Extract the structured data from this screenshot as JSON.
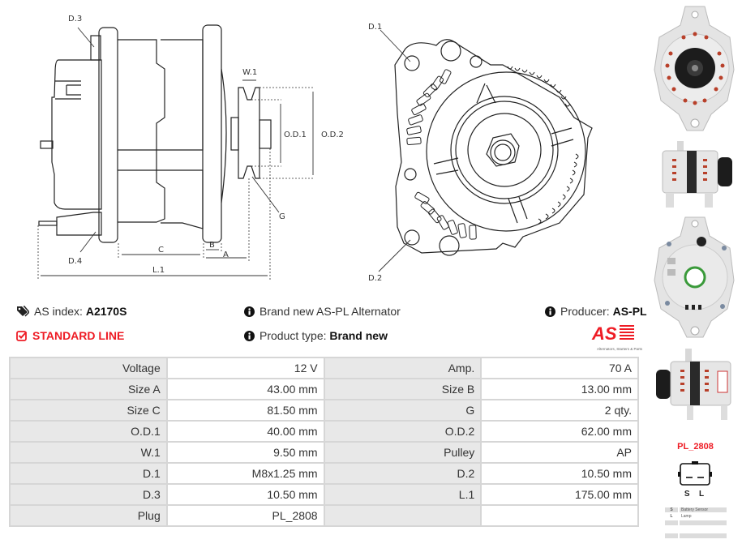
{
  "drawing": {
    "side_view_labels": {
      "d3": "D.3",
      "d4": "D.4",
      "w1": "W.1",
      "od1": "O.D.1",
      "od2": "O.D.2",
      "g": "G",
      "a": "A",
      "b": "B",
      "c": "C",
      "l1": "L.1"
    },
    "front_view_labels": {
      "d1": "D.1",
      "d2": "D.2"
    }
  },
  "info": {
    "as_index_label": "AS index:",
    "as_index_value": "A2170S",
    "line_label": "STANDARD LINE",
    "brand_text": "Brand new AS-PL Alternator",
    "product_type_label": "Product type:",
    "product_type_value": "Brand new",
    "producer_label": "Producer:",
    "producer_value": "AS-PL",
    "logo_text": "AS",
    "logo_tagline": "Alternators, Starters & Parts",
    "icons": {
      "as_index": "tags-icon",
      "line": "check-square-icon",
      "info": "info-circle-icon"
    },
    "accent_color": "#ee1c25"
  },
  "specs": {
    "rows": [
      {
        "label1": "Voltage",
        "value1": "12 V",
        "label2": "Amp.",
        "value2": "70 A"
      },
      {
        "label1": "Size A",
        "value1": "43.00 mm",
        "label2": "Size B",
        "value2": "13.00 mm"
      },
      {
        "label1": "Size C",
        "value1": "81.50 mm",
        "label2": "G",
        "value2": "2 qty."
      },
      {
        "label1": "O.D.1",
        "value1": "40.00 mm",
        "label2": "O.D.2",
        "value2": "62.00 mm"
      },
      {
        "label1": "W.1",
        "value1": "9.50 mm",
        "label2": "Pulley",
        "value2": "AP"
      },
      {
        "label1": "D.1",
        "value1": "M8x1.25 mm",
        "label2": "D.2",
        "value2": "10.50 mm"
      },
      {
        "label1": "D.3",
        "value1": "10.50 mm",
        "label2": "L.1",
        "value2": "175.00 mm"
      },
      {
        "label1": "Plug",
        "value1": "PL_2808",
        "label2": "",
        "value2": ""
      }
    ]
  },
  "plug": {
    "title": "PL_2808",
    "terminals_label": "S  L",
    "pins": [
      {
        "key": "S",
        "desc": "Battery Sensor"
      },
      {
        "key": "L",
        "desc": "Lamp"
      },
      {
        "key": "",
        "desc": ""
      },
      {
        "key": "",
        "desc": ""
      },
      {
        "key": "",
        "desc": ""
      }
    ]
  }
}
